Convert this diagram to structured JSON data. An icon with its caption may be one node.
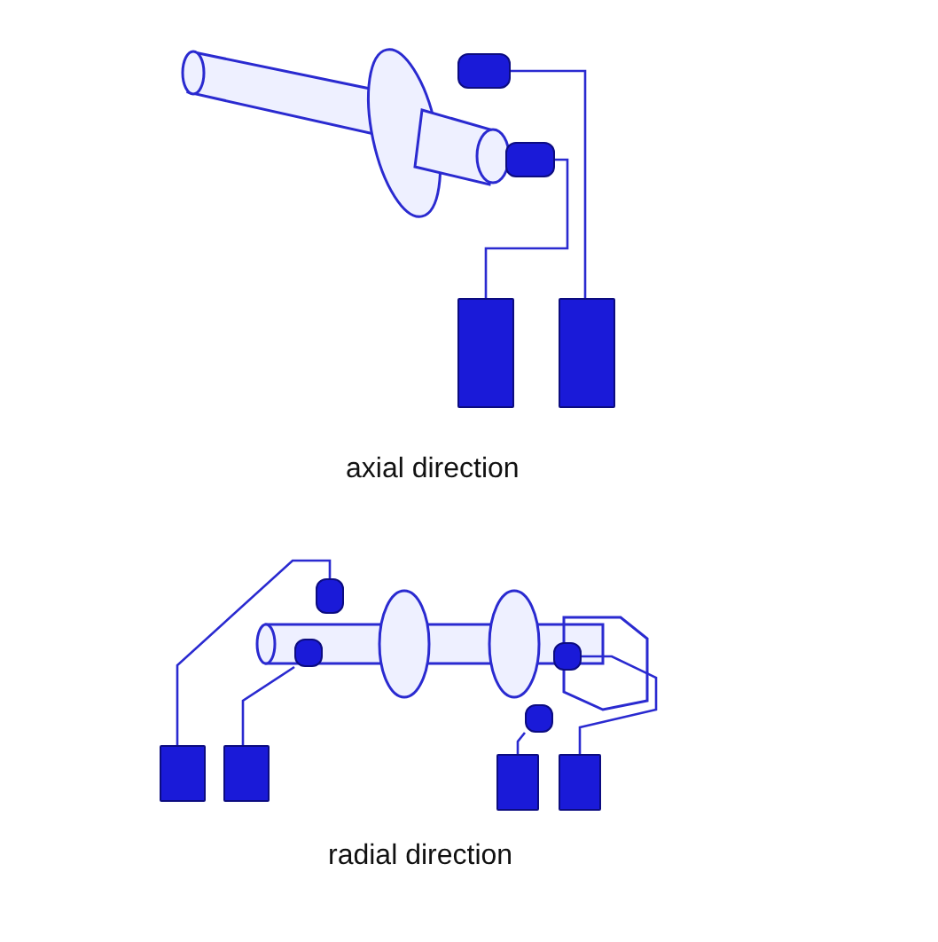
{
  "diagram": {
    "nodes": [
      {
        "text": [],
        "shape": "cylinder"
      },
      {
        "text": [],
        "shape": "cylinder"
      },
      {
        "text": [],
        "shape": "box"
      },
      {
        "text": [],
        "shape": "box"
      },
      {
        "text": [],
        "shape": "cylinder"
      },
      {
        "text": [],
        "shape": "cylinder"
      },
      {
        "text": [],
        "shape": "cylinder"
      },
      {
        "text": [],
        "shape": "cylinder"
      },
      {
        "text": [],
        "shape": "box"
      },
      {
        "text": [],
        "shape": "box"
      },
      {
        "text": [],
        "shape": "box"
      },
      {
        "text": [],
        "shape": "box"
      }
    ],
    "edges": [
      {
        "from": 0,
        "to": 3,
        "arrow": "none"
      },
      {
        "from": 1,
        "to": 2,
        "arrow": "none"
      },
      {
        "from": 4,
        "to": 8,
        "arrow": "none"
      },
      {
        "from": 5,
        "to": 9,
        "arrow": "none"
      },
      {
        "from": 6,
        "to": 10,
        "arrow": "none"
      },
      {
        "from": 7,
        "to": 11,
        "arrow": "none"
      }
    ],
    "labels": [
      "axial direction",
      "radial direction"
    ]
  }
}
